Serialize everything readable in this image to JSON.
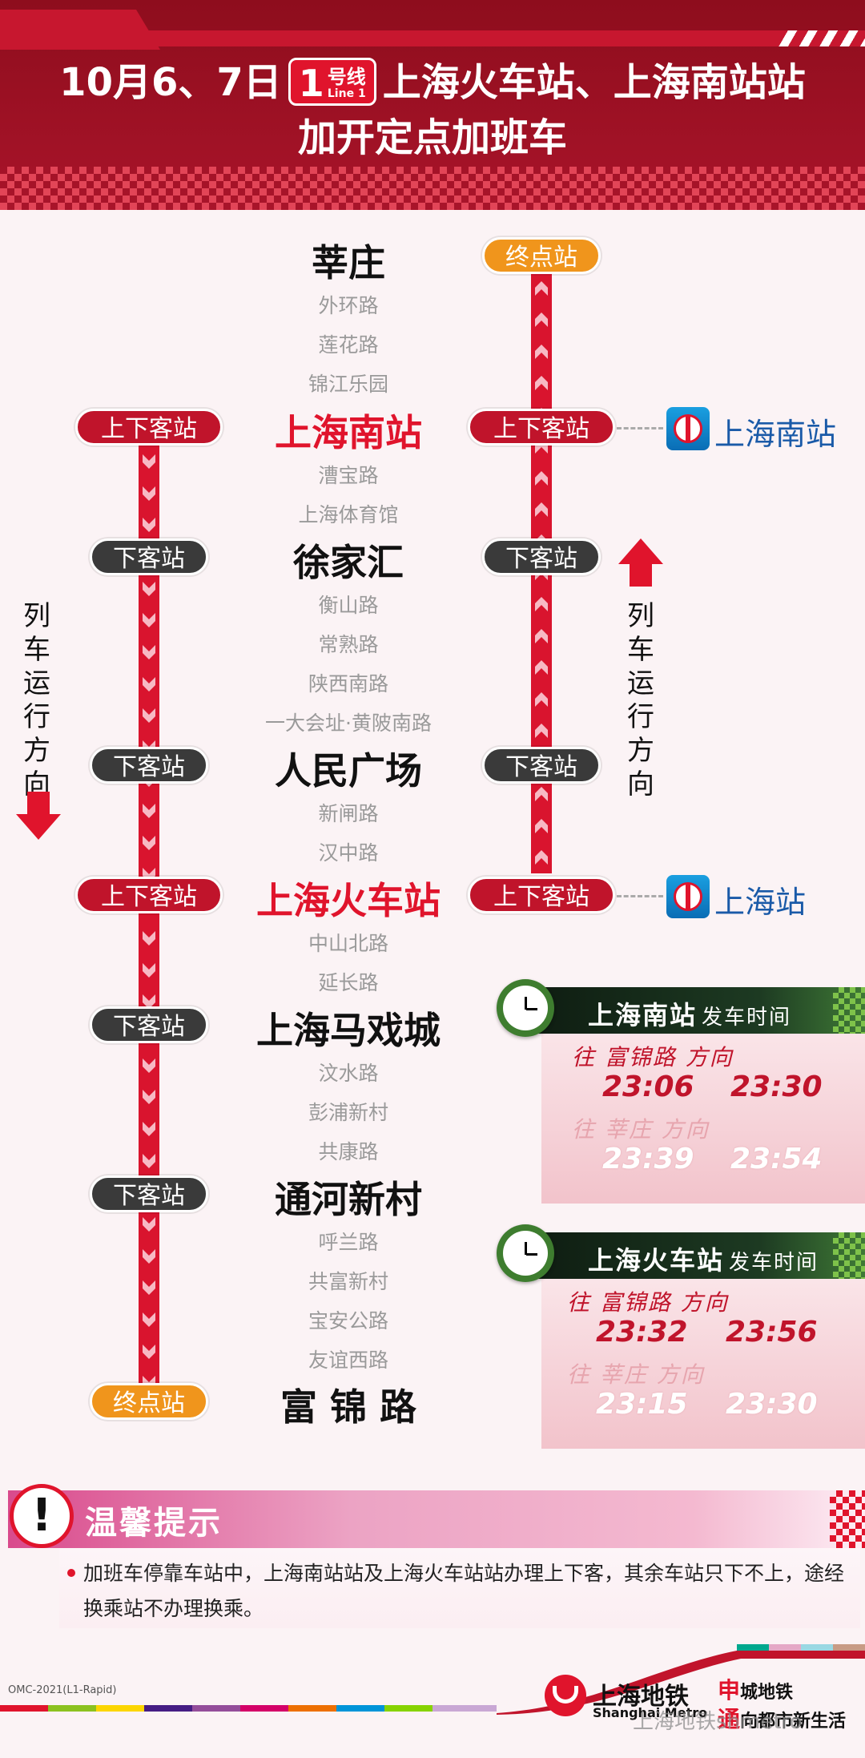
{
  "header": {
    "title_prefix": "10月6、7日",
    "line_num": "1",
    "line_cn": "号线",
    "line_en": "Line 1",
    "title_suffix": "上海火车站、上海南站站",
    "title_line2": "加开定点加班车"
  },
  "pill_labels": {
    "board_alight": "上下客站",
    "alight": "下客站",
    "terminal": "终点站"
  },
  "stations": {
    "s0": "莘庄",
    "s1": "外环路",
    "s2": "莲花路",
    "s3": "锦江乐园",
    "s4": "上海南站",
    "s5": "漕宝路",
    "s6": "上海体育馆",
    "s7": "徐家汇",
    "s8": "衡山路",
    "s9": "常熟路",
    "s10": "陕西南路",
    "s11": "一大会址·黄陂南路",
    "s12": "人民广场",
    "s13": "新闸路",
    "s14": "汉中路",
    "s15": "上海火车站",
    "s16": "中山北路",
    "s17": "延长路",
    "s18": "上海马戏城",
    "s19": "汶水路",
    "s20": "彭浦新村",
    "s21": "共康路",
    "s22": "通河新村",
    "s23": "呼兰路",
    "s24": "共富新村",
    "s25": "宝安公路",
    "s26": "友谊西路",
    "s27": "富 锦 路"
  },
  "direction_label": "列车运行方向",
  "rail_stations": {
    "south": "上海南站",
    "main": "上海站"
  },
  "timetables": {
    "south": {
      "title": "上海南站",
      "suffix": "发车时间",
      "dir1": "往  富锦路  方向",
      "dir1_times": [
        "23:06",
        "23:30"
      ],
      "dir2": "往  莘庄  方向",
      "dir2_times": [
        "23:39",
        "23:54"
      ]
    },
    "main": {
      "title": "上海火车站",
      "suffix": "发车时间",
      "dir1": "往  富锦路  方向",
      "dir1_times": [
        "23:32",
        "23:56"
      ],
      "dir2": "往  莘庄  方向",
      "dir2_times": [
        "23:15",
        "23:30"
      ]
    }
  },
  "notice": {
    "title": "温馨提示",
    "text": "加班车停靠车站中，上海南站站及上海火车站站办理上下客，其余车站只下不上，途经换乘站不办理换乘。"
  },
  "footer": {
    "code": "OMC-2021(L1-Rapid)",
    "metro_cn": "上海地铁",
    "metro_en": "Shanghai Metro",
    "slogan1_r": "申",
    "slogan1": "城地铁",
    "slogan2_r": "通",
    "slogan2": "向都市新生活",
    "watermark": "上海地铁shmetro"
  },
  "colors": {
    "line_red": "#d9142e",
    "header_dark": "#8e0d1d",
    "terminal_orange": "#f0951c",
    "alight_dark": "#3a3a3a",
    "rail_blue": "#1a5aa8"
  }
}
